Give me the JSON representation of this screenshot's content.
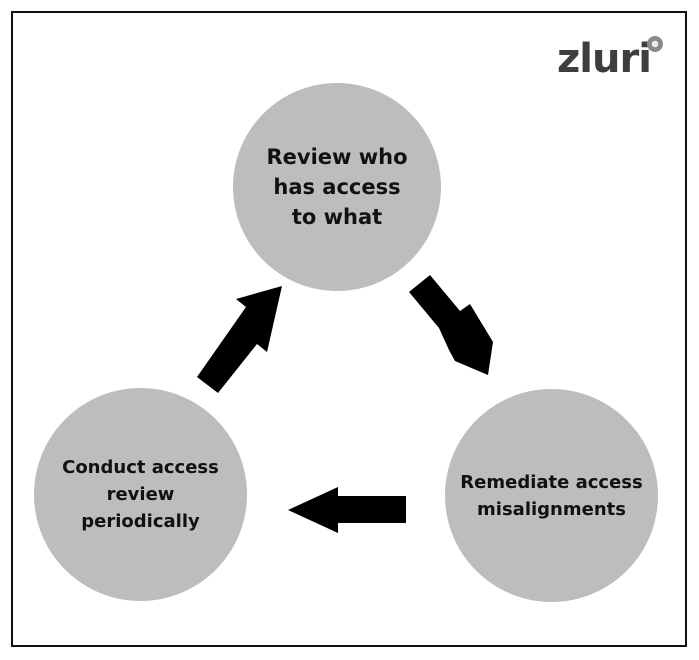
{
  "brand": {
    "logo_text": "zluri"
  },
  "cycle": {
    "steps": [
      {
        "id": "review",
        "label": "Review who has access to what"
      },
      {
        "id": "remediate",
        "label": "Remediate access misalignments"
      },
      {
        "id": "conduct",
        "label": "Conduct access review periodically"
      }
    ],
    "colors": {
      "node_fill": "#bdbdbd",
      "arrow_fill": "#000000",
      "text": "#111111",
      "border": "#111111"
    }
  }
}
